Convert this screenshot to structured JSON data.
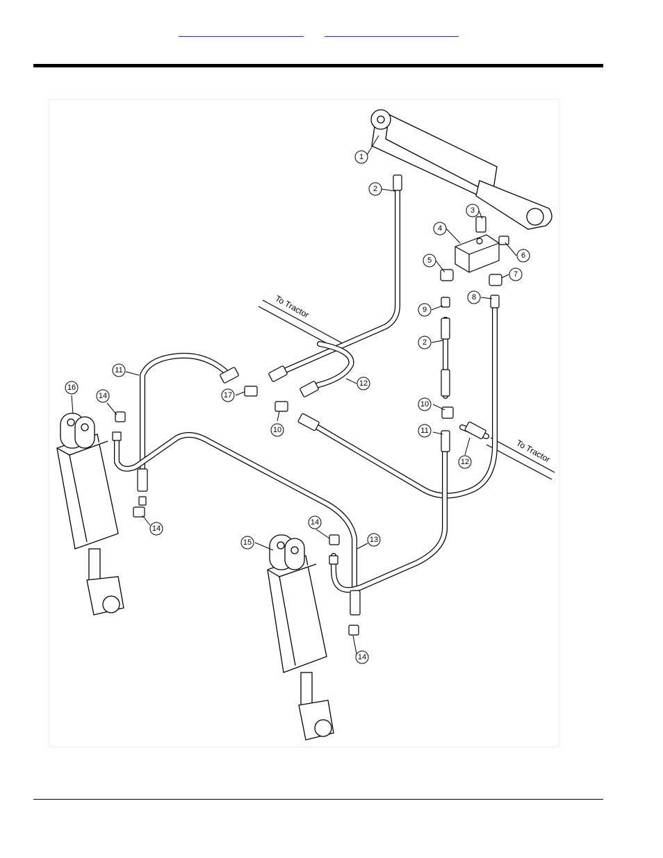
{
  "nav_links": [
    {
      "label": "",
      "href_label": ""
    },
    {
      "label": "",
      "href_label": ""
    }
  ],
  "diagram": {
    "labels": {
      "to_tractor_1": "To Tractor",
      "to_tractor_2": "To Tractor"
    },
    "callouts": [
      {
        "num": "1"
      },
      {
        "num": "2"
      },
      {
        "num": "3"
      },
      {
        "num": "4"
      },
      {
        "num": "6"
      },
      {
        "num": "5"
      },
      {
        "num": "7"
      },
      {
        "num": "8"
      },
      {
        "num": "9"
      },
      {
        "num": "2"
      },
      {
        "num": "11"
      },
      {
        "num": "12"
      },
      {
        "num": "17"
      },
      {
        "num": "10"
      },
      {
        "num": "16"
      },
      {
        "num": "14"
      },
      {
        "num": "10"
      },
      {
        "num": "11"
      },
      {
        "num": "12"
      },
      {
        "num": "14"
      },
      {
        "num": "14"
      },
      {
        "num": "15"
      },
      {
        "num": "13"
      },
      {
        "num": "14"
      }
    ]
  }
}
